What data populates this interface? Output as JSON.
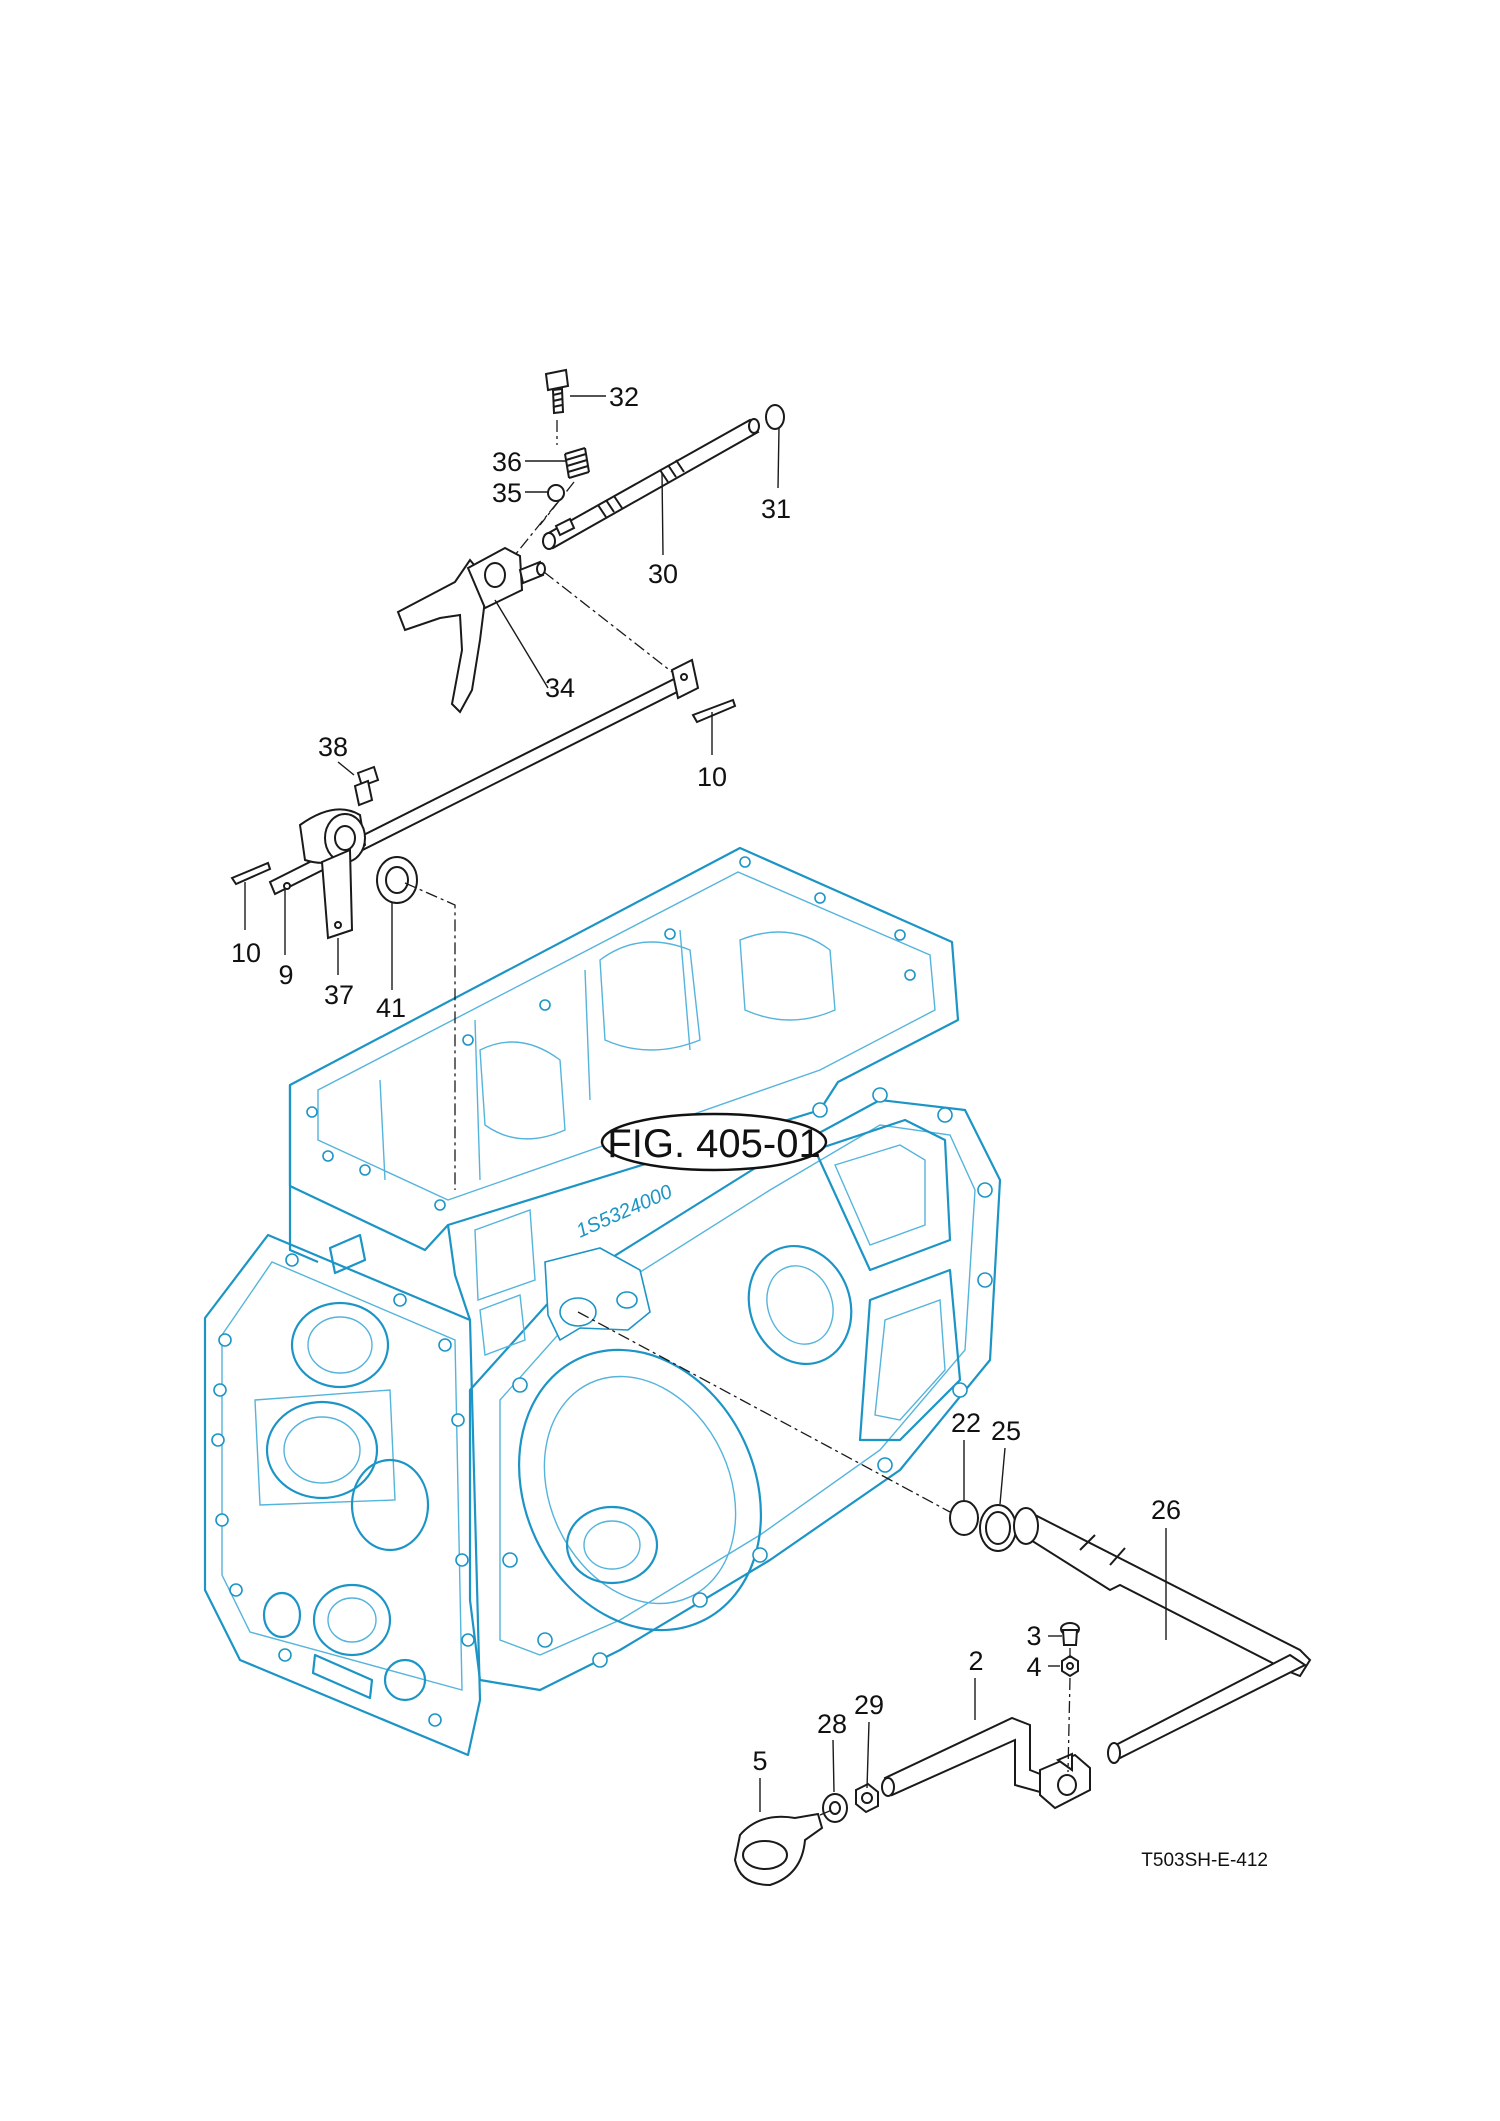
{
  "figure_reference": "FIG. 405-01",
  "drawing_code": "T503SH-E-412",
  "housing_stamp": "1S5324000",
  "callouts": {
    "p32": "32",
    "p36": "36",
    "p35": "35",
    "p31": "31",
    "p30": "30",
    "p34": "34",
    "p38": "38",
    "p10a": "10",
    "p10b": "10",
    "p9": "9",
    "p37": "37",
    "p41": "41",
    "p22": "22",
    "p25": "25",
    "p26": "26",
    "p3": "3",
    "p4": "4",
    "p2": "2",
    "p29": "29",
    "p28": "28",
    "p5": "5"
  },
  "colors": {
    "housing": "#1c95c6",
    "parts": "#1a1a1a"
  }
}
